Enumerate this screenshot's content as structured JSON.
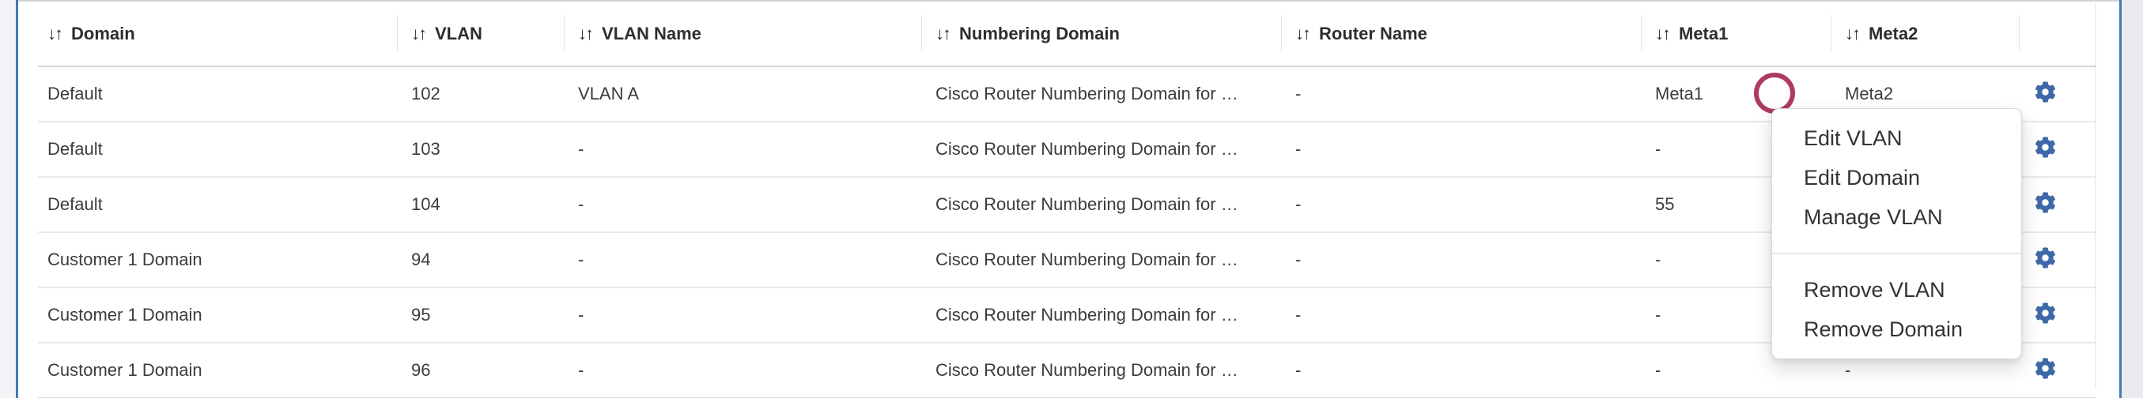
{
  "icons": {
    "sort": "↓↑",
    "row_action": "gear-icon"
  },
  "colors": {
    "gear_blue": "#3e68a8",
    "panel_border_blue": "#4679b2",
    "annotation_circle": "#ae3a63"
  },
  "table": {
    "columns": [
      {
        "key": "domain",
        "label": "Domain",
        "sortable": true
      },
      {
        "key": "vlan",
        "label": "VLAN",
        "sortable": true
      },
      {
        "key": "vlan_name",
        "label": "VLAN Name",
        "sortable": true
      },
      {
        "key": "numbering_domain",
        "label": "Numbering Domain",
        "sortable": true
      },
      {
        "key": "router_name",
        "label": "Router Name",
        "sortable": true
      },
      {
        "key": "meta1",
        "label": "Meta1",
        "sortable": true
      },
      {
        "key": "meta2",
        "label": "Meta2",
        "sortable": true
      },
      {
        "key": null,
        "label": "",
        "sortable": false
      }
    ],
    "rows": [
      {
        "domain": "Default",
        "vlan": "102",
        "vlan_name": "VLAN A",
        "numbering_domain": "Cisco Router Numbering Domain for …",
        "router_name": "-",
        "meta1": "Meta1",
        "meta2": "Meta2"
      },
      {
        "domain": "Default",
        "vlan": "103",
        "vlan_name": "-",
        "numbering_domain": "Cisco Router Numbering Domain for …",
        "router_name": "-",
        "meta1": "-",
        "meta2": ""
      },
      {
        "domain": "Default",
        "vlan": "104",
        "vlan_name": "-",
        "numbering_domain": "Cisco Router Numbering Domain for …",
        "router_name": "-",
        "meta1": "55",
        "meta2": ""
      },
      {
        "domain": "Customer 1 Domain",
        "vlan": "94",
        "vlan_name": "-",
        "numbering_domain": "Cisco Router Numbering Domain for …",
        "router_name": "-",
        "meta1": "-",
        "meta2": ""
      },
      {
        "domain": "Customer 1 Domain",
        "vlan": "95",
        "vlan_name": "-",
        "numbering_domain": "Cisco Router Numbering Domain for …",
        "router_name": "-",
        "meta1": "-",
        "meta2": ""
      },
      {
        "domain": "Customer 1 Domain",
        "vlan": "96",
        "vlan_name": "-",
        "numbering_domain": "Cisco Router Numbering Domain for …",
        "router_name": "-",
        "meta1": "-",
        "meta2": "-"
      }
    ]
  },
  "context_menu": {
    "groups": [
      [
        "Edit VLAN",
        "Edit Domain",
        "Manage VLAN"
      ],
      [
        "Remove VLAN",
        "Remove Domain"
      ]
    ]
  }
}
